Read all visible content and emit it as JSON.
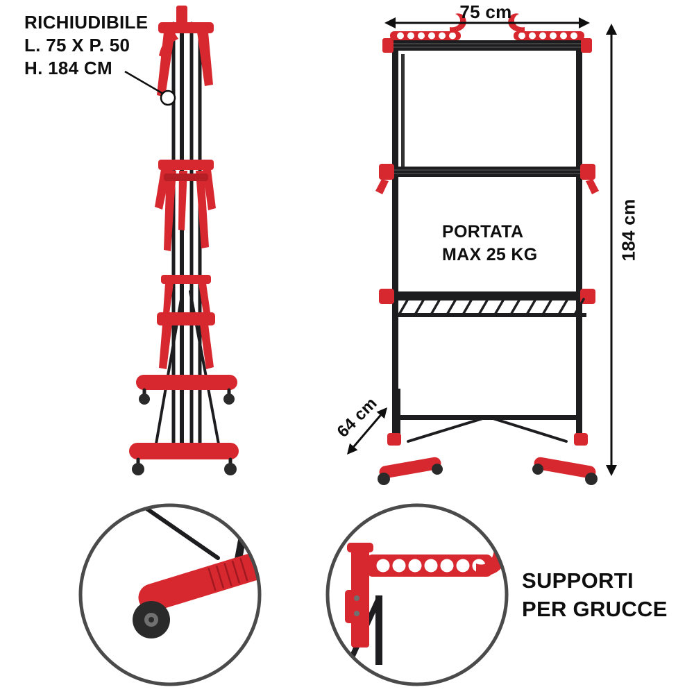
{
  "colors": {
    "brand_red": "#d7282f",
    "frame_black": "#1d1d1f",
    "callout_gray": "#4a4a4a",
    "background": "#ffffff"
  },
  "labels": {
    "foldable": {
      "line1": "RICHIUDIBILE",
      "line2": "L. 75 X P. 50",
      "line3": "H. 184 CM"
    },
    "dimensions": {
      "width": "75 cm",
      "height": "184 cm",
      "depth": "64 cm"
    },
    "capacity": {
      "line1": "PORTATA",
      "line2": "MAX 25 KG"
    },
    "hanger_support": {
      "line1": "SUPPORTI",
      "line2": "PER GRUCCE"
    }
  },
  "illustrations": {
    "folded_rack": "folded-drying-rack-side-view",
    "open_rack": "open-drying-rack-front-view",
    "wheel_callout": "caster-wheel-detail",
    "hanger_callout": "hanger-support-detail"
  }
}
